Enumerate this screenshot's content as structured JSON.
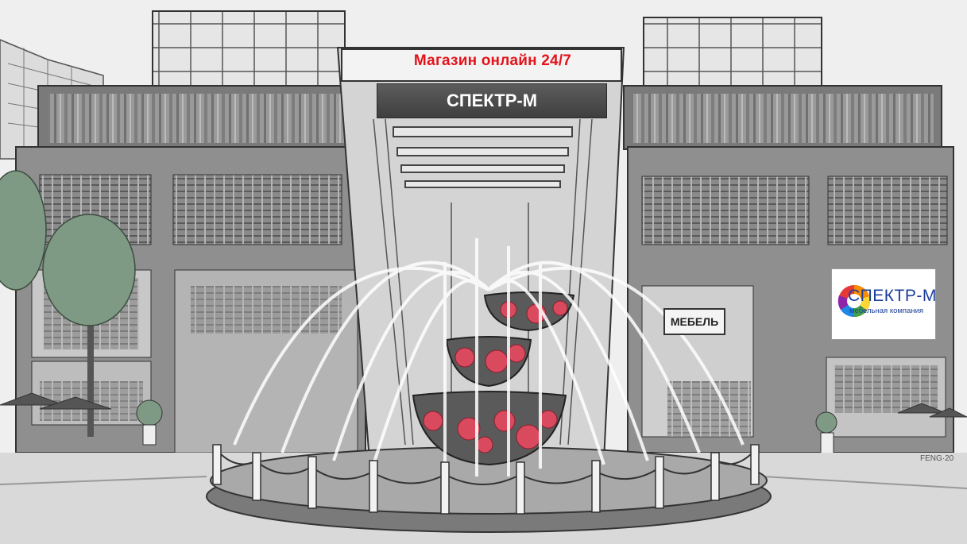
{
  "scene": {
    "tagline": "Магазин онлайн 24/7",
    "main_sign": "СПЕКТР-М",
    "store_sign": "МЕБЕЛЬ",
    "brand": {
      "name": "СПЕКТР-М",
      "subtitle": "мебельная компания"
    },
    "artist_signature": "FENG·20"
  },
  "colors": {
    "tagline": "#e3131b",
    "main_sign_bg": "#4a4a4a",
    "flowers": "#d94a5e",
    "brand_text": "#1b3f9a"
  }
}
